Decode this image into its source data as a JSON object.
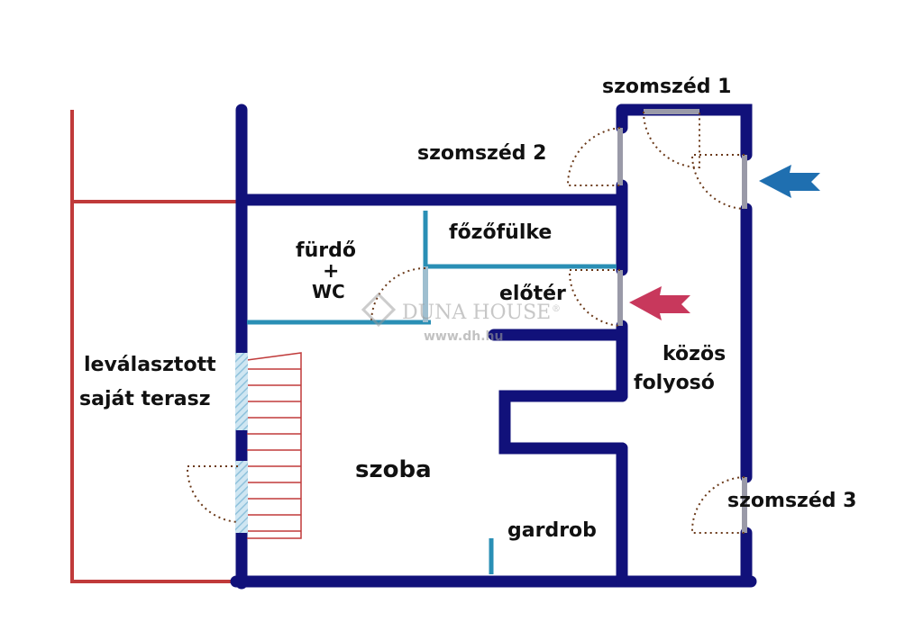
{
  "labels": {
    "neighbor_1": "szomszéd 1",
    "neighbor_2": "szomszéd 2",
    "neighbor_3": "szomszéd 3",
    "bathroom": "fürdő",
    "bathroom_plus": "+",
    "bathroom_wc": "WC",
    "kitchenette": "főzőfülke",
    "hall": "előtér",
    "terrace_line1": "leválasztott",
    "terrace_line2": "saját terasz",
    "corridor_line1": "közös",
    "corridor_line2": "folyosó",
    "room": "szoba",
    "wardrobe": "gardrob"
  },
  "watermark": {
    "brand": "DUNA HOUSE",
    "registered": "®",
    "url": "www.dh.hu"
  },
  "colors": {
    "outer_wall": "#11117a",
    "inner_wall": "#2a8fb5",
    "terrace_line": "#c03a3a",
    "door_swing": "#6b3a1a",
    "entry_arrow": "#c8385c",
    "corridor_arrow": "#1f6fb0"
  }
}
